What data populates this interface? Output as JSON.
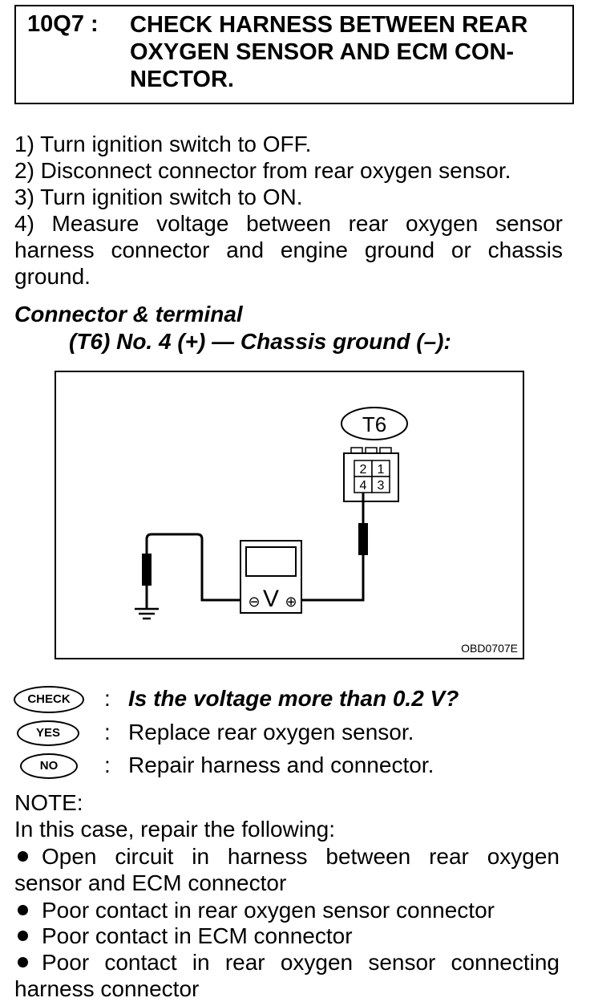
{
  "header": {
    "step": "10Q7 :",
    "title": "CHECK HARNESS BETWEEN REAR OXYGEN SENSOR AND ECM CON-NECTOR."
  },
  "steps": [
    "1)  Turn ignition switch to OFF.",
    "2)  Disconnect connector from rear oxygen sensor.",
    "3)  Turn ignition switch to ON.",
    "4)  Measure voltage between rear oxygen sensor harness connector and engine ground or chassis ground."
  ],
  "connector_heading": "Connector & terminal",
  "connector_spec": "(T6) No. 4 (+) — Chassis ground (–):",
  "figure": {
    "connector_label": "T6",
    "terminals": [
      "2",
      "1",
      "4",
      "3"
    ],
    "meter_symbol": "V",
    "minus_symbol": "⊖",
    "plus_symbol": "⊕",
    "code": "OBD0707E"
  },
  "check": {
    "check_badge": "CHECK",
    "question": "Is the voltage more than 0.2 V?",
    "yes_badge": "YES",
    "yes_action": "Replace rear oxygen sensor.",
    "no_badge": "NO",
    "no_action": "Repair harness and connector.",
    "separator": ":"
  },
  "note": {
    "heading": "NOTE:",
    "intro": "In this case, repair the following:",
    "bullets": [
      "Open circuit in harness between rear oxygen sensor and ECM connector",
      "Poor contact in rear oxygen sensor connector",
      "Poor contact in ECM connector",
      "Poor contact in rear oxygen sensor connecting harness connector"
    ]
  }
}
